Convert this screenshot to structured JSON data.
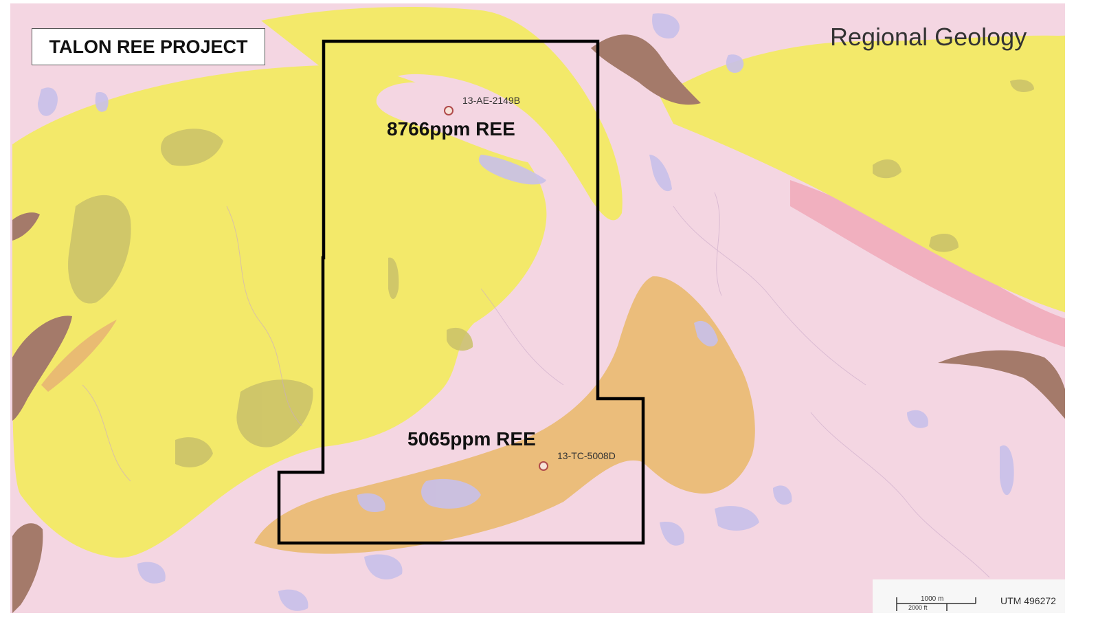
{
  "map": {
    "project_title": "TALON REE PROJECT",
    "map_title": "Regional Geology",
    "samples": [
      {
        "id": "13-AE-2149B",
        "grade": "8766ppm REE"
      },
      {
        "id": "13-TC-5008D",
        "grade": "5065ppm REE"
      }
    ],
    "scale_bar": {
      "metric_label": "1000 m",
      "imperial_label": "2000 ft",
      "coordinates": "UTM 496272"
    },
    "colors": {
      "background": "#f4d6e2",
      "yellow_unit": "#f3e96a",
      "brown_unit": "#a47a6a",
      "orange_unit": "#e9bb72",
      "red_unit": "#f0a9b8",
      "olive_patches": "#c9c169",
      "lakes": "#c8c0ea",
      "property_boundary": "#000000",
      "sample_marker": "#b04a4a"
    }
  }
}
